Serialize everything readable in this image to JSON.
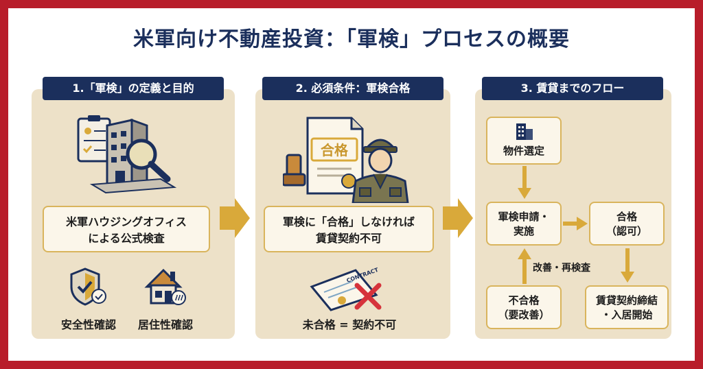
{
  "title": "米軍向け不動産投資：「軍検」プロセスの概要",
  "panels": [
    {
      "heading": "1.「軍検」の定義と目的",
      "main_text": [
        "米軍ハウジングオフィス",
        "による公式検査"
      ],
      "items": [
        {
          "label": "安全性確認",
          "icon": "shield-check-icon"
        },
        {
          "label": "居住性確認",
          "icon": "house-icon"
        }
      ]
    },
    {
      "heading": "2. 必須条件：軍検合格",
      "stamp_text": "合格",
      "main_text": [
        "軍検に「合格」しなければ",
        "賃貸契約不可"
      ],
      "contract_text": "CONTRACT",
      "fail_text": "未合格 = 契約不可"
    },
    {
      "heading": "3. 賃貸までのフロー",
      "flow": {
        "select": "物件選定",
        "apply": [
          "軍検申請・",
          "実施"
        ],
        "pass": [
          "合格",
          "（認可）"
        ],
        "fail": [
          "不合格",
          "（要改善）"
        ],
        "retry_label": "改善・再検査",
        "contract": [
          "賃貸契約締結",
          "・入居開始"
        ]
      }
    }
  ],
  "colors": {
    "navy": "#1b2f5c",
    "gold": "#d9a93a",
    "panel": "#ede1c8",
    "border": "#b81d2a",
    "red": "#d6333b"
  }
}
